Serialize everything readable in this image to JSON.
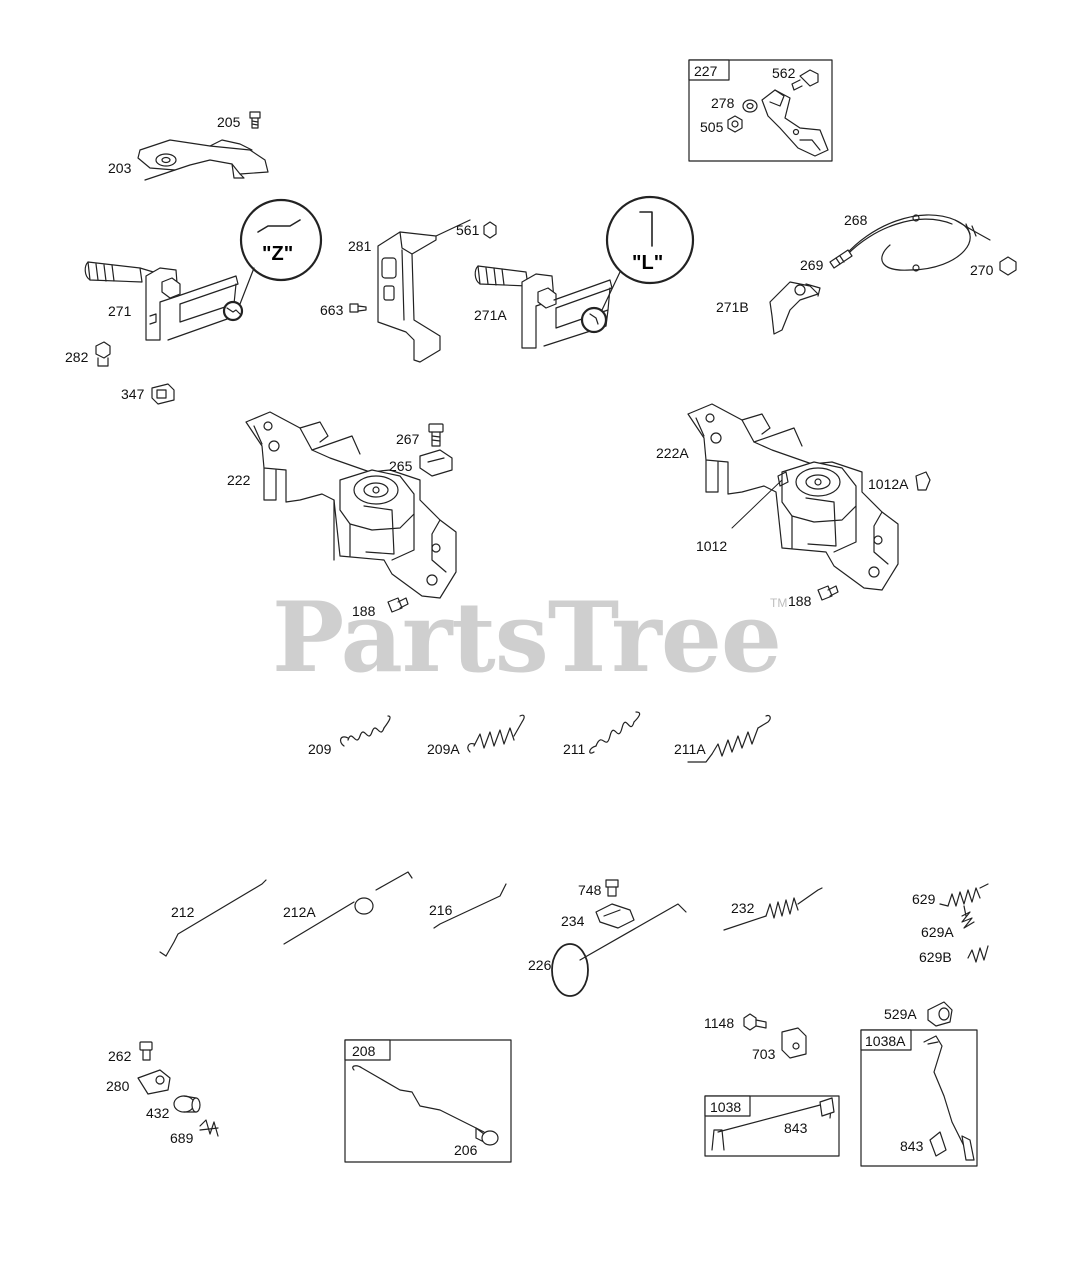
{
  "watermark": {
    "text": "PartsTree",
    "tm": "TM"
  },
  "colors": {
    "line": "#222222",
    "fill": "#ffffff",
    "shade": "#cccccc",
    "watermark": "#cfcfcf"
  },
  "callouts": {
    "c205": "205",
    "c203": "203",
    "c227": "227",
    "c562": "562",
    "c278": "278",
    "c505": "505",
    "c268": "268",
    "c269": "269",
    "c270": "270",
    "c271B": "271B",
    "c561": "561",
    "c281": "281",
    "c663": "663",
    "c271A": "271A",
    "c271": "271",
    "c282": "282",
    "c347": "347",
    "c267": "267",
    "c265": "265",
    "c222": "222",
    "c188a": "188",
    "c222A": "222A",
    "c1012A": "1012A",
    "c1012": "1012",
    "c188b": "188",
    "c209": "209",
    "c209A": "209A",
    "c211": "211",
    "c211A": "211A",
    "c212": "212",
    "c212A": "212A",
    "c216": "216",
    "c748": "748",
    "c234": "234",
    "c226": "226",
    "c232": "232",
    "c629": "629",
    "c629A": "629A",
    "c629B": "629B",
    "c1148": "1148",
    "c703": "703",
    "c529A": "529A",
    "c1038A": "1038A",
    "c843a": "843",
    "c1038": "1038",
    "c843b": "843",
    "c262": "262",
    "c280": "280",
    "c432": "432",
    "c689": "689",
    "c208": "208",
    "c206": "206"
  },
  "detail_circles": {
    "z": "\"Z\"",
    "l": "\"L\""
  }
}
